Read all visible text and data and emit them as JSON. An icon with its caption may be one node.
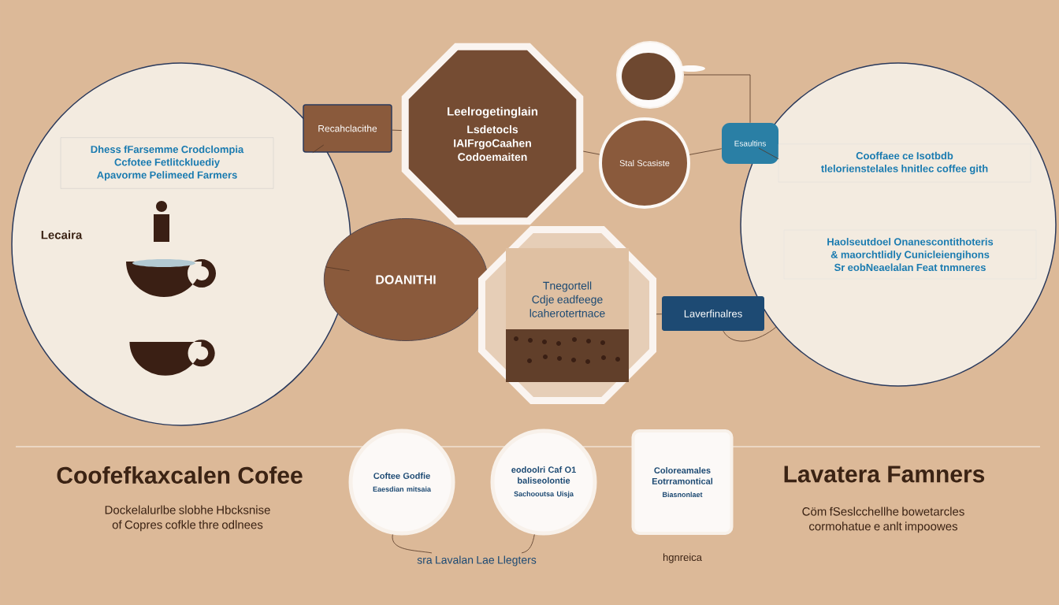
{
  "diagram": {
    "nodes": [
      {
        "text": [],
        "shape": "circle"
      },
      {
        "text": [
          "Dhess fFarsemme Crodclompia Ccfotee Fetlitckluediy Apavorme Pelimeed Farmers"
        ],
        "in": 0
      },
      {
        "text": [
          "Recahclacithe"
        ]
      },
      {
        "text": [
          "Leelrogetinglain",
          "Lsdetocls IAIFrgoCaahen Codoemaiten"
        ]
      },
      {
        "text": [],
        "shape": "picture"
      },
      {
        "text": [
          "Stal Scasiste"
        ]
      },
      {
        "text": [
          "Esaultins"
        ]
      },
      {
        "text": [],
        "shape": "circle"
      },
      {
        "text": [
          "Cooffaee ce Isotbdb tlelorienstelales hnitlec coffee gith"
        ],
        "in": 7
      },
      {
        "text": [
          "Haolseutdoel Onanescontithoteris & maorchtlidly Cunicleiengihons Sr eobNeaelalan Feat tnmneres"
        ],
        "in": 7
      },
      {
        "text": [
          "DOANITHI"
        ]
      },
      {
        "text": [
          "Tnegortell Cdje eadfeege lcaherotertnace"
        ]
      },
      {
        "text": [
          "Laverfinalres"
        ]
      },
      {
        "text": [
          "Coftee Godfie",
          "Eaesdian mitsaia"
        ]
      },
      {
        "text": [
          "eodoolri Caf O1 baliseolontie",
          "Sachooutsa Uisja"
        ]
      },
      {
        "text": [
          "Coloreamales Eotrramontical",
          "Biasnonlaet"
        ],
        "beside": [
          "hgnreica"
        ]
      },
      {
        "text": [
          "sra Lavalan Lae Llegters"
        ]
      }
    ],
    "edges": [
      {
        "from": 2,
        "to": 3,
        "arrow": "none"
      },
      {
        "from": 2,
        "to": 0,
        "arrow": "none"
      },
      {
        "from": 0,
        "to": 10,
        "arrow": "none"
      },
      {
        "from": 3,
        "to": 5,
        "arrow": "none"
      },
      {
        "from": 4,
        "to": 6,
        "arrow": "none"
      },
      {
        "from": 5,
        "to": 6,
        "arrow": "none"
      },
      {
        "from": 6,
        "to": 7,
        "arrow": "none"
      },
      {
        "from": 11,
        "to": 12,
        "arrow": "none"
      },
      {
        "from": 12,
        "to": 7,
        "arrow": "none"
      },
      {
        "from": 13,
        "to": 16,
        "arrow": "none"
      },
      {
        "from": 14,
        "to": 16,
        "arrow": "none"
      }
    ],
    "labels": [
      "Lecaira",
      "Coofefkaxcalen Cofee",
      "Dockelalurlbe slobhe Hbcksnise of Copres cofkle thre odlnees",
      "Lavatera Famners",
      "Cöm fSeslcchellhe bowetarcles cormohatue e anlt impoowes"
    ]
  }
}
